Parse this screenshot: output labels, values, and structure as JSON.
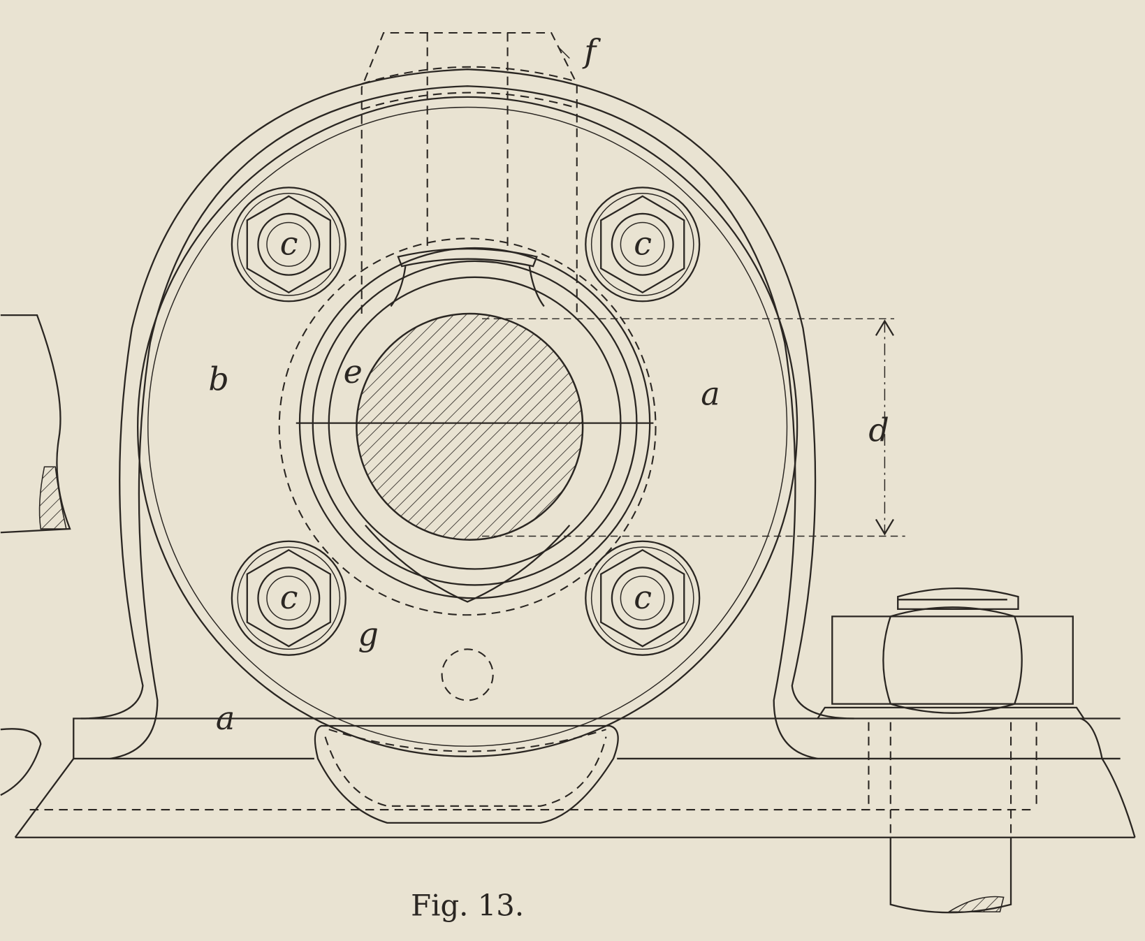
{
  "figure": {
    "caption": "Fig. 13.",
    "labels": {
      "f": "f",
      "b": "b",
      "e": "e",
      "a_right": "a",
      "a_bottom": "a",
      "d": "d",
      "c": "c",
      "g": "g"
    }
  },
  "colors": {
    "paper": "#e9e3d2",
    "ink": "#2a2622"
  }
}
